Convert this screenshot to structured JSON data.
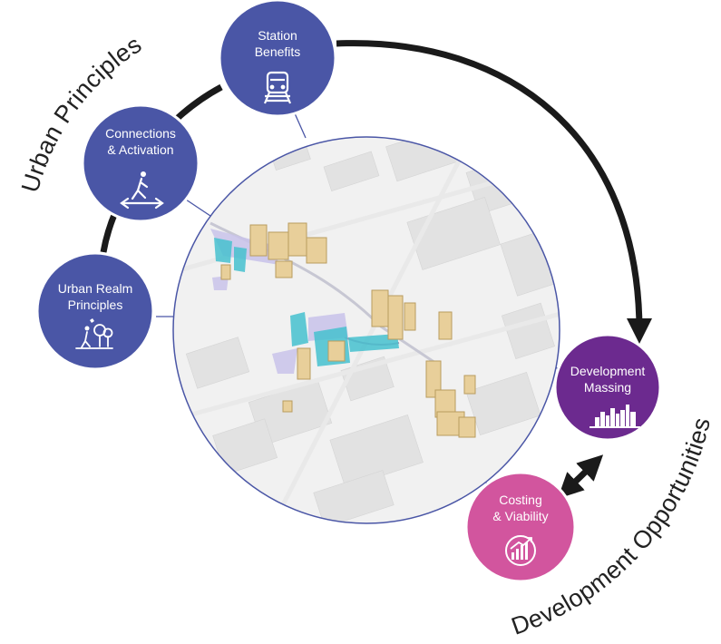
{
  "colors": {
    "principle_node": "#4a56a6",
    "development_node": "#6c2a8f",
    "costing_node": "#d2559e",
    "connector": "#1a1a1a",
    "map_border": "#4a56a6",
    "building": "#e8cf9a",
    "transit": "#46c1cf",
    "public_realm": "#c9c3ea"
  },
  "arc_labels": {
    "urban_principles": "Urban Principles",
    "development_opportunities": "Development Opportunities"
  },
  "nodes": {
    "station_benefits": {
      "line1": "Station",
      "line2": "Benefits",
      "icon": "train-icon"
    },
    "connections_activation": {
      "line1": "Connections",
      "line2": "& Activation",
      "icon": "pedestrian-crossing-icon"
    },
    "urban_realm": {
      "line1": "Urban Realm",
      "line2": "Principles",
      "icon": "people-trees-icon"
    },
    "development_massing": {
      "line1": "Development",
      "line2": "Massing",
      "icon": "skyline-icon"
    },
    "costing_viability": {
      "line1": "Costing",
      "line2": "& Viability",
      "icon": "growth-chart-icon"
    }
  },
  "map": {
    "description_icon": "aerial-massing-map"
  }
}
